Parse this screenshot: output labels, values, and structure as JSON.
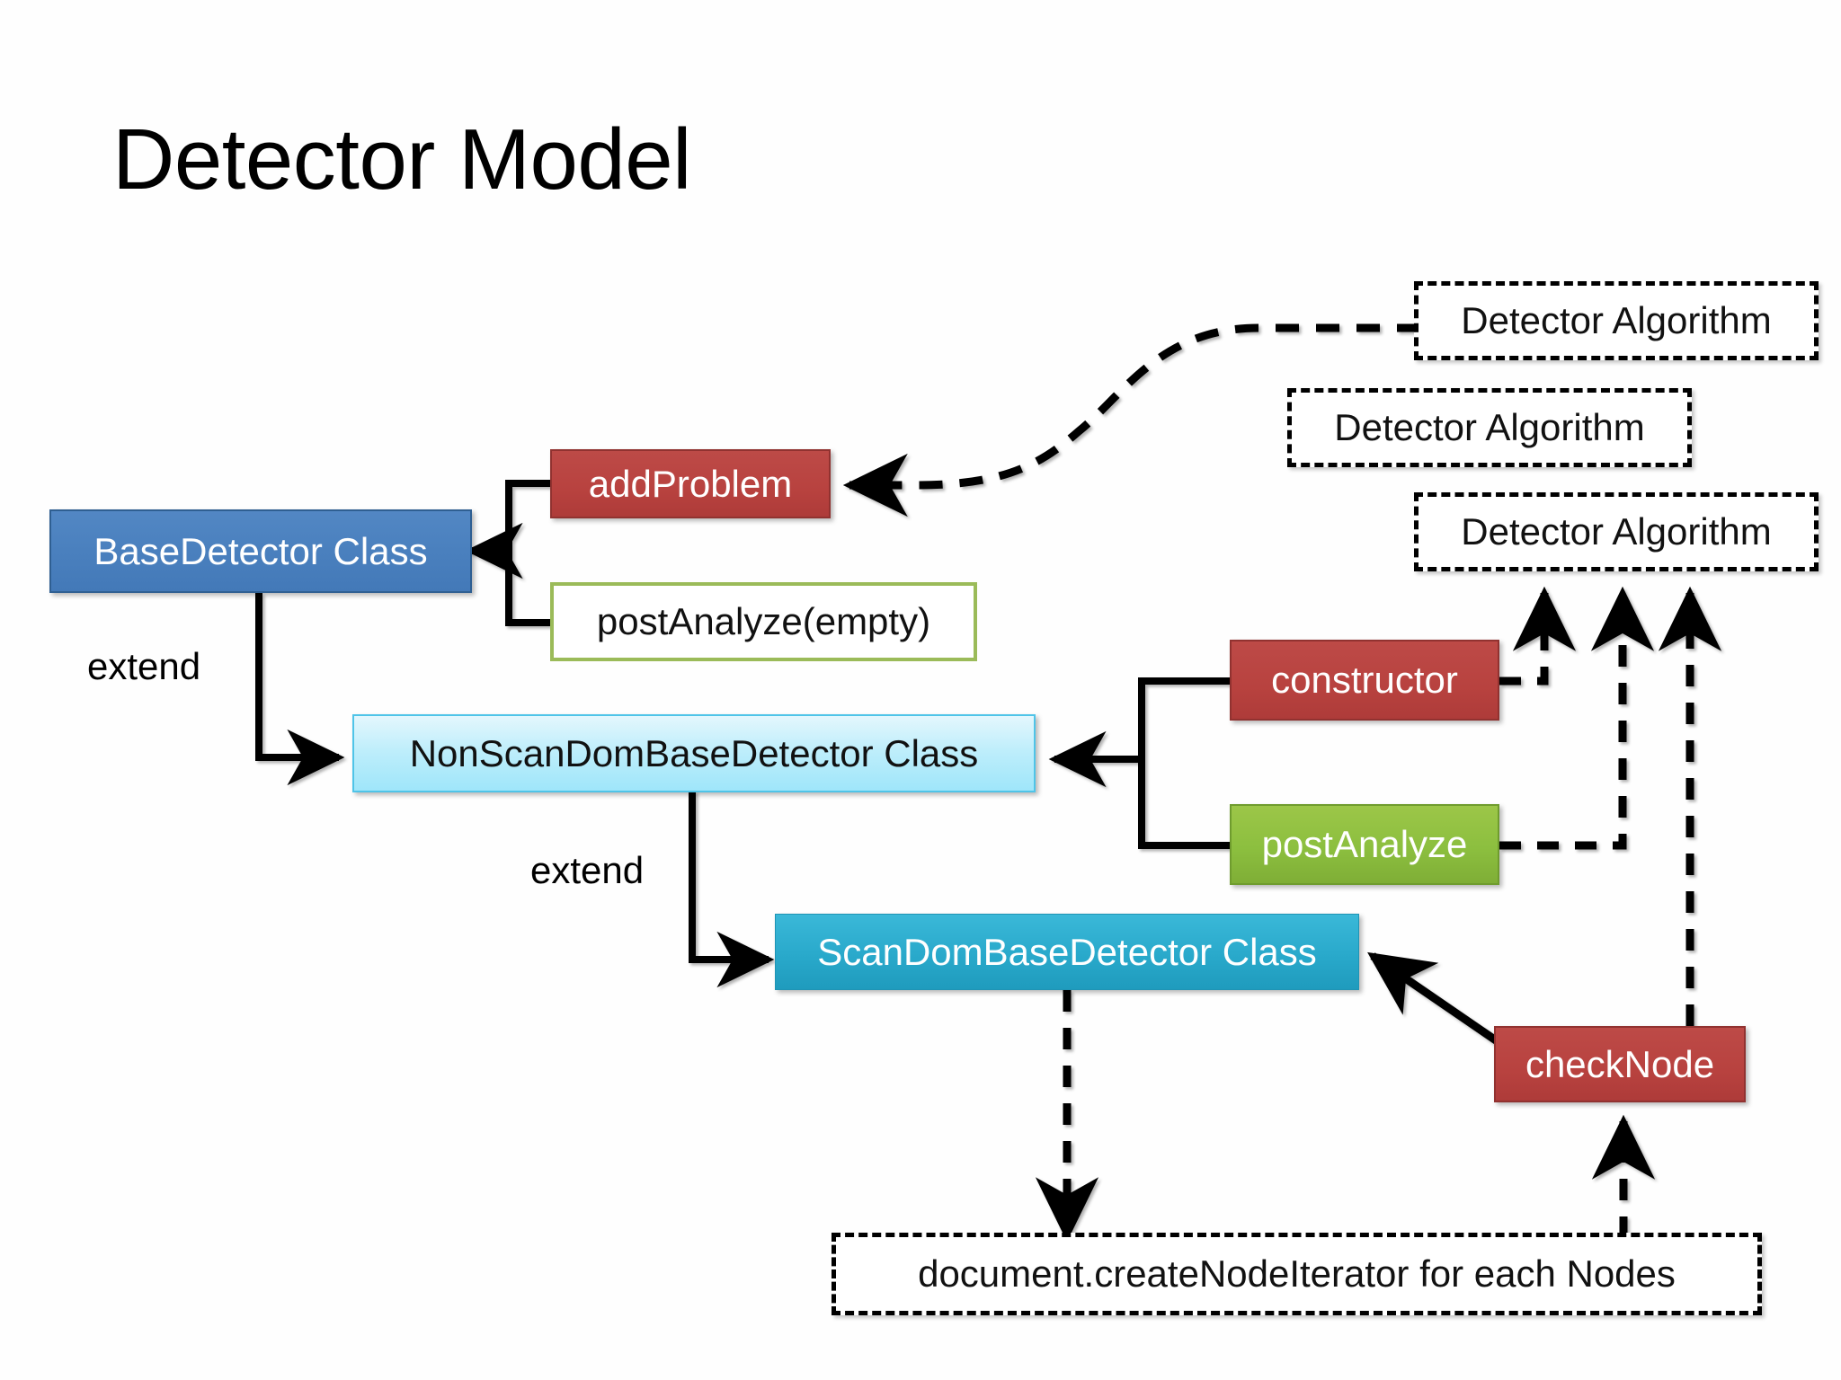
{
  "slide": {
    "title": "Detector Model",
    "background_color": "#ffffff"
  },
  "palette": {
    "blue_fill": "#4a80be",
    "blue_border": "#2f5f92",
    "red_fill": "#b8423f",
    "red_border": "#913230",
    "green_fill": "#8cbf3f",
    "green_border": "#6f9c2e",
    "light_cyan_fill": "#bfeefb",
    "light_cyan_border": "#4fc4e8",
    "teal_fill": "#29a9cb",
    "teal_border": "#1f94b5",
    "outline_green_border": "#9bbb59",
    "dashed_border": "#000000",
    "text_on_fill": "#ffffff",
    "text_dark": "#111111"
  },
  "nodes": {
    "base_detector": {
      "label": "BaseDetector Class",
      "style": "blue-filled"
    },
    "add_problem": {
      "label": "addProblem",
      "style": "red-filled"
    },
    "post_analyze_empty": {
      "label": "postAnalyze(empty)",
      "style": "white-green-outline"
    },
    "non_scan_dom": {
      "label": "NonScanDomBaseDetector Class",
      "style": "light-cyan-filled"
    },
    "scan_dom": {
      "label": "ScanDomBaseDetector Class",
      "style": "teal-filled"
    },
    "constructor": {
      "label": "constructor",
      "style": "red-filled"
    },
    "post_analyze": {
      "label": "postAnalyze",
      "style": "green-filled"
    },
    "check_node": {
      "label": "checkNode",
      "style": "red-filled"
    },
    "detector_algorithm_1": {
      "label": "Detector Algorithm",
      "style": "dashed-outline"
    },
    "detector_algorithm_2": {
      "label": "Detector Algorithm",
      "style": "dashed-outline"
    },
    "detector_algorithm_3": {
      "label": "Detector Algorithm",
      "style": "dashed-outline"
    },
    "node_iterator": {
      "label": "document.createNodeIterator for each Nodes",
      "style": "dashed-outline"
    }
  },
  "edge_labels": {
    "extend_1": "extend",
    "extend_2": "extend"
  },
  "edges": [
    {
      "from": "add_problem",
      "to": "base_detector",
      "style": "solid",
      "arrow": true
    },
    {
      "from": "post_analyze_empty",
      "to": "base_detector",
      "style": "solid",
      "arrow": true
    },
    {
      "from": "base_detector",
      "to": "non_scan_dom",
      "style": "solid",
      "arrow": true,
      "label": "extend"
    },
    {
      "from": "non_scan_dom",
      "to": "scan_dom",
      "style": "solid",
      "arrow": true,
      "label": "extend"
    },
    {
      "from": "constructor",
      "to": "non_scan_dom",
      "style": "solid",
      "arrow": true
    },
    {
      "from": "post_analyze",
      "to": "non_scan_dom",
      "style": "solid",
      "arrow": true
    },
    {
      "from": "detector_algorithm_1",
      "to": "add_problem",
      "style": "dashed",
      "arrow": true
    },
    {
      "from": "constructor",
      "to": "detector_algorithm_3",
      "style": "dashed",
      "arrow": true
    },
    {
      "from": "post_analyze",
      "to": "detector_algorithm_3",
      "style": "dashed",
      "arrow": true
    },
    {
      "from": "check_node",
      "to": "detector_algorithm_3",
      "style": "dashed",
      "arrow": true
    },
    {
      "from": "check_node",
      "to": "scan_dom",
      "style": "solid",
      "arrow": true
    },
    {
      "from": "scan_dom",
      "to": "node_iterator",
      "style": "dashed",
      "arrow": true
    },
    {
      "from": "node_iterator",
      "to": "check_node",
      "style": "dashed",
      "arrow": true
    }
  ]
}
